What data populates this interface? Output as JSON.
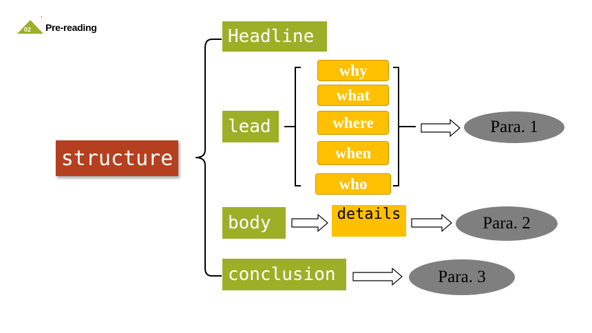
{
  "header": {
    "number": "02",
    "title": "Pre-reading",
    "dot": ".",
    "triangle_color": "#9bb027"
  },
  "diagram": {
    "root": "structure",
    "branches": {
      "headline": "Headline",
      "lead": "lead",
      "body": "body",
      "conclusion": "conclusion"
    },
    "lead_items": [
      "why",
      "what",
      "where",
      "when",
      "who"
    ],
    "body_item": "details",
    "paragraphs": [
      "Para. 1",
      "Para. 2",
      "Para. 3"
    ],
    "colors": {
      "branch": "#9bb027",
      "root": "#b5401f",
      "question": "#ffc000",
      "paragraph": "#7f7f7f"
    }
  }
}
